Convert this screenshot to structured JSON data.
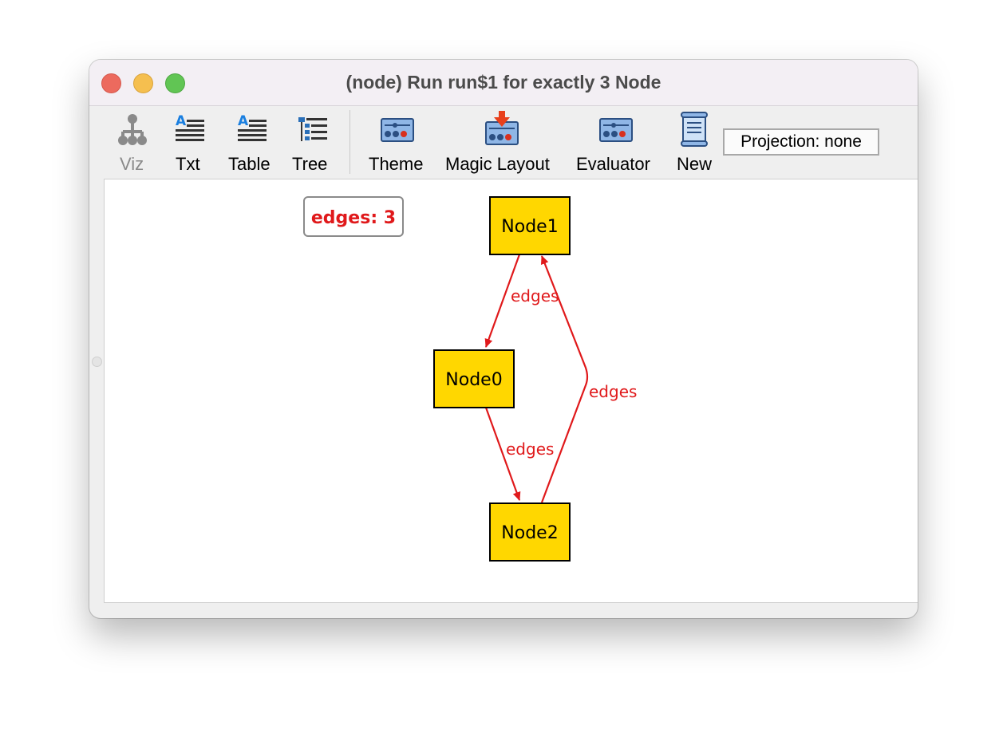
{
  "window": {
    "title": "(node) Run run$1 for exactly 3 Node"
  },
  "toolbar": {
    "viz_label": "Viz",
    "txt_label": "Txt",
    "table_label": "Table",
    "tree_label": "Tree",
    "theme_label": "Theme",
    "magic_layout_label": "Magic Layout",
    "evaluator_label": "Evaluator",
    "new_label": "New",
    "projection_label": "Projection: none"
  },
  "graph": {
    "legend": "edges: 3",
    "nodes": {
      "node0": "Node0",
      "node1": "Node1",
      "node2": "Node2"
    },
    "edges": {
      "e1_label": "edges",
      "e2_label": "edges",
      "e3_label": "edges"
    }
  },
  "colors": {
    "node_fill": "#FFD700",
    "edge": "#E0191B",
    "titlebar": "#F3EFF4"
  }
}
